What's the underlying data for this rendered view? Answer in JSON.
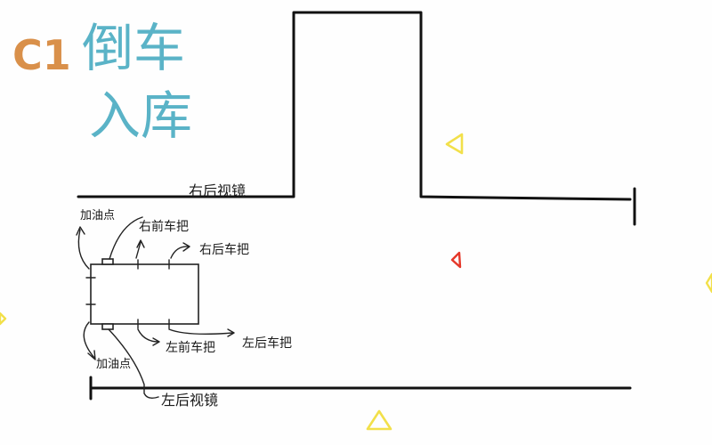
{
  "title": {
    "prefix": "C1",
    "line1": "倒车",
    "line2": "入库",
    "prefix_color": "#d9904a",
    "title_color": "#5ab3c7"
  },
  "labels": {
    "right_mirror": "右后视镜",
    "add_point": "加油点",
    "right_front_handle": "右前车把",
    "right_rear_handle": "右后车把",
    "add_point_2": "加油点",
    "left_front_handle": "左前车把",
    "left_rear_handle": "左后车把",
    "left_mirror": "左后视镜"
  },
  "markers": [
    {
      "name": "garage-triangle-marker",
      "color": "#f2e04a"
    },
    {
      "name": "start-triangle-marker",
      "color": "#e5382a"
    },
    {
      "name": "bottom-triangle-marker",
      "color": "#f2e04a"
    },
    {
      "name": "edge-right-marker",
      "color": "#f2e04a"
    },
    {
      "name": "edge-left-marker",
      "color": "#f2e04a"
    }
  ]
}
